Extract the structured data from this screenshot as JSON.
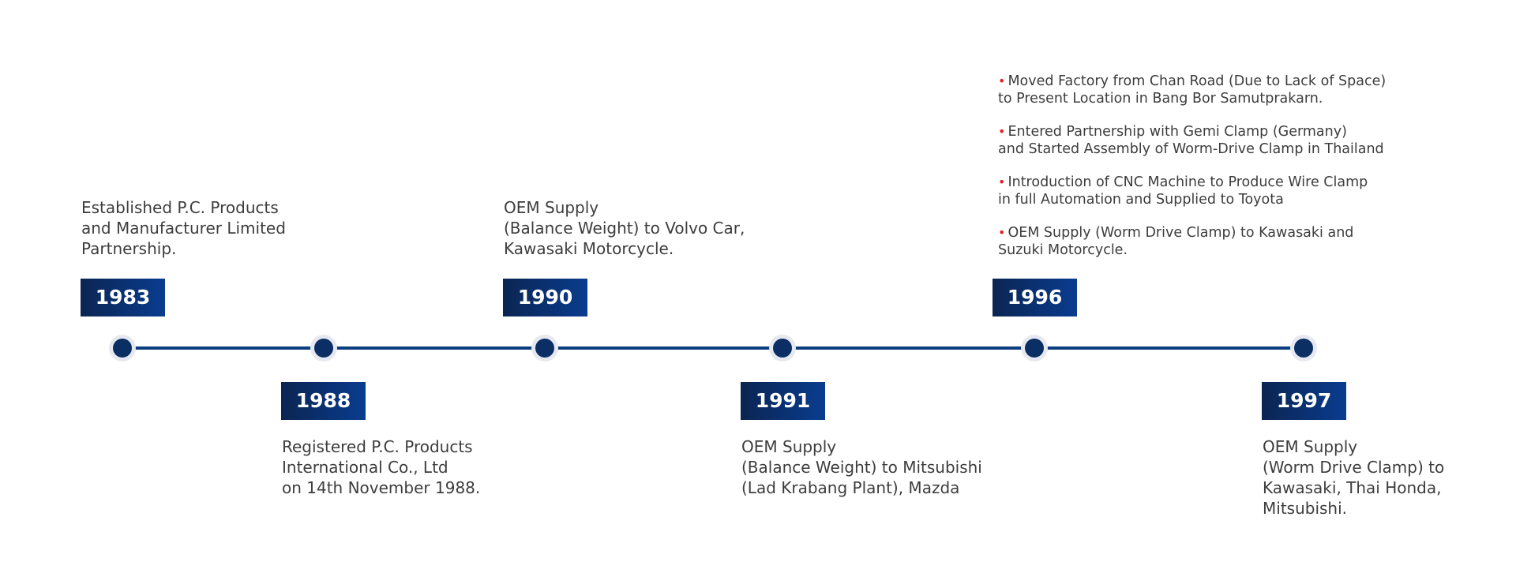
{
  "colors": {
    "line": "#0c3d80",
    "dot": "#0b2e64",
    "badge_start": "#0b2552",
    "badge_end": "#0a3c8f",
    "bullet": "#e0242b",
    "text": "#3d3d3d"
  },
  "events": [
    {
      "year": "1983",
      "lines": [
        "Established P.C. Products",
        "and Manufacturer Limited",
        "Partnership."
      ]
    },
    {
      "year": "1988",
      "lines": [
        "Registered P.C. Products",
        "International Co., Ltd",
        "on 14th November 1988."
      ]
    },
    {
      "year": "1990",
      "lines": [
        "OEM Supply",
        "(Balance Weight) to Volvo Car,",
        "Kawasaki Motorcycle."
      ]
    },
    {
      "year": "1991",
      "lines": [
        "OEM Supply",
        "(Balance Weight) to Mitsubishi",
        "(Lad Krabang Plant), Mazda"
      ]
    },
    {
      "year": "1996",
      "bullets": [
        {
          "lines": [
            "Moved Factory from Chan Road (Due to Lack of Space)",
            "to Present Location in Bang Bor Samutprakarn."
          ]
        },
        {
          "lines": [
            "Entered Partnership with Gemi Clamp (Germany)",
            "and Started Assembly of Worm-Drive Clamp in Thailand"
          ]
        },
        {
          "lines": [
            "Introduction of CNC Machine to Produce Wire Clamp",
            "in full Automation and Supplied to Toyota"
          ]
        },
        {
          "lines": [
            "OEM Supply (Worm Drive Clamp) to Kawasaki and",
            "Suzuki Motorcycle."
          ]
        }
      ]
    },
    {
      "year": "1997",
      "lines": [
        "OEM Supply",
        "(Worm Drive Clamp) to",
        "Kawasaki, Thai Honda,",
        "Mitsubishi."
      ]
    }
  ]
}
